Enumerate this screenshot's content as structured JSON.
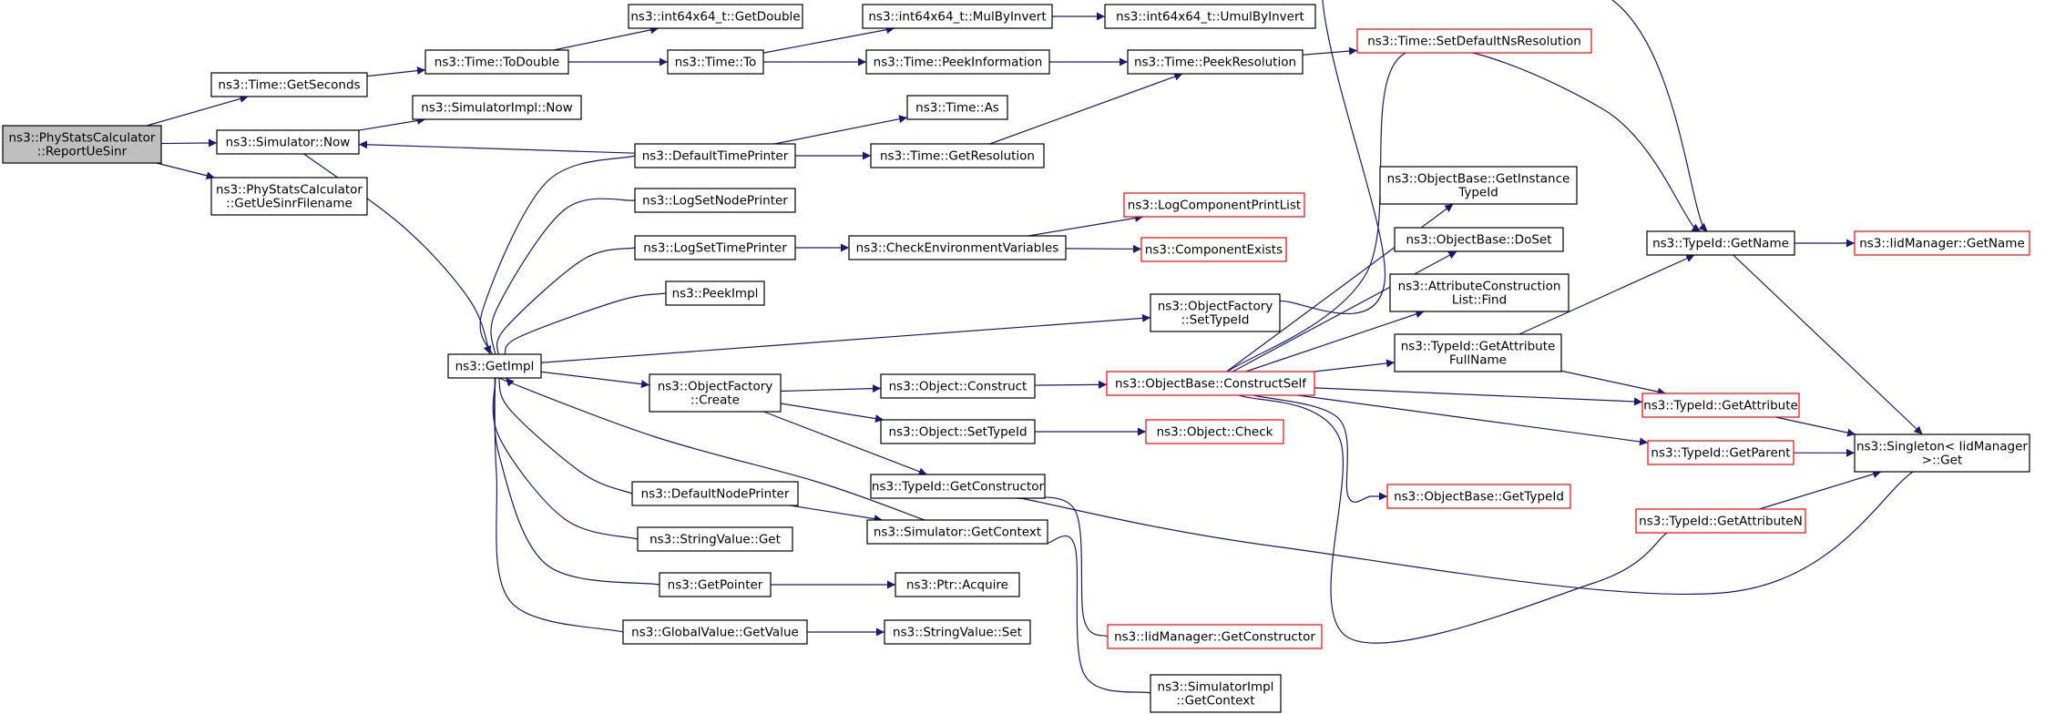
{
  "colors": {
    "edge": "#191970",
    "box_border_normal": "#000000",
    "box_border_truncated": "#ff0000",
    "root_fill": "#bfbfbf",
    "node_fill": "#ffffff"
  },
  "nodes": [
    {
      "id": "root",
      "lines": [
        "ns3::PhyStatsCalculator",
        "::ReportUeSinr"
      ],
      "style": "root"
    },
    {
      "id": "getSeconds",
      "lines": [
        "ns3::Time::GetSeconds"
      ],
      "style": "normal"
    },
    {
      "id": "simNow",
      "lines": [
        "ns3::Simulator::Now"
      ],
      "style": "normal"
    },
    {
      "id": "getUeSinrFilename",
      "lines": [
        "ns3::PhyStatsCalculator",
        "::GetUeSinrFilename"
      ],
      "style": "normal"
    },
    {
      "id": "toDouble",
      "lines": [
        "ns3::Time::ToDouble"
      ],
      "style": "normal"
    },
    {
      "id": "simImplNow",
      "lines": [
        "ns3::SimulatorImpl::Now"
      ],
      "style": "normal"
    },
    {
      "id": "getImpl",
      "lines": [
        "ns3::GetImpl"
      ],
      "style": "normal"
    },
    {
      "id": "i64GetDouble",
      "lines": [
        "ns3::int64x64_t::GetDouble"
      ],
      "style": "normal"
    },
    {
      "id": "timeTo",
      "lines": [
        "ns3::Time::To"
      ],
      "style": "normal"
    },
    {
      "id": "defaultTimePrinter",
      "lines": [
        "ns3::DefaultTimePrinter"
      ],
      "style": "normal"
    },
    {
      "id": "logSetNodePrinter",
      "lines": [
        "ns3::LogSetNodePrinter"
      ],
      "style": "normal"
    },
    {
      "id": "logSetTimePrinter",
      "lines": [
        "ns3::LogSetTimePrinter"
      ],
      "style": "normal"
    },
    {
      "id": "peekImpl",
      "lines": [
        "ns3::PeekImpl"
      ],
      "style": "normal"
    },
    {
      "id": "objFactoryCreate",
      "lines": [
        "ns3::ObjectFactory",
        "::Create"
      ],
      "style": "normal"
    },
    {
      "id": "defaultNodePrinter",
      "lines": [
        "ns3::DefaultNodePrinter"
      ],
      "style": "normal"
    },
    {
      "id": "stringValueGet",
      "lines": [
        "ns3::StringValue::Get"
      ],
      "style": "normal"
    },
    {
      "id": "getPointer",
      "lines": [
        "ns3::GetPointer"
      ],
      "style": "normal"
    },
    {
      "id": "globalValueGetValue",
      "lines": [
        "ns3::GlobalValue::GetValue"
      ],
      "style": "normal"
    },
    {
      "id": "mulByInvert",
      "lines": [
        "ns3::int64x64_t::MulByInvert"
      ],
      "style": "normal"
    },
    {
      "id": "peekInformation",
      "lines": [
        "ns3::Time::PeekInformation"
      ],
      "style": "normal"
    },
    {
      "id": "timeAs",
      "lines": [
        "ns3::Time::As"
      ],
      "style": "normal"
    },
    {
      "id": "getResolution",
      "lines": [
        "ns3::Time::GetResolution"
      ],
      "style": "normal"
    },
    {
      "id": "checkEnvVars",
      "lines": [
        "ns3::CheckEnvironmentVariables"
      ],
      "style": "normal"
    },
    {
      "id": "objectConstruct",
      "lines": [
        "ns3::Object::Construct"
      ],
      "style": "normal"
    },
    {
      "id": "objectSetTypeId",
      "lines": [
        "ns3::Object::SetTypeId"
      ],
      "style": "normal"
    },
    {
      "id": "typeIdGetConstructor",
      "lines": [
        "ns3::TypeId::GetConstructor"
      ],
      "style": "normal"
    },
    {
      "id": "simGetContext",
      "lines": [
        "ns3::Simulator::GetContext"
      ],
      "style": "normal"
    },
    {
      "id": "ptrAcquire",
      "lines": [
        "ns3::Ptr::Acquire"
      ],
      "style": "normal"
    },
    {
      "id": "stringValueSet",
      "lines": [
        "ns3::StringValue::Set"
      ],
      "style": "normal"
    },
    {
      "id": "umulByInvert",
      "lines": [
        "ns3::int64x64_t::UmulByInvert"
      ],
      "style": "normal"
    },
    {
      "id": "peekResolution",
      "lines": [
        "ns3::Time::PeekResolution"
      ],
      "style": "normal"
    },
    {
      "id": "logComponentPrintList",
      "lines": [
        "ns3::LogComponentPrintList"
      ],
      "style": "truncated"
    },
    {
      "id": "componentExists",
      "lines": [
        "ns3::ComponentExists"
      ],
      "style": "truncated"
    },
    {
      "id": "objFactorySetTypeId",
      "lines": [
        "ns3::ObjectFactory",
        "::SetTypeId"
      ],
      "style": "normal"
    },
    {
      "id": "objBaseConstructSelf",
      "lines": [
        "ns3::ObjectBase::ConstructSelf"
      ],
      "style": "truncated"
    },
    {
      "id": "objectCheck",
      "lines": [
        "ns3::Object::Check"
      ],
      "style": "truncated"
    },
    {
      "id": "iidMgrGetConstructor",
      "lines": [
        "ns3::IidManager::GetConstructor"
      ],
      "style": "truncated"
    },
    {
      "id": "simImplGetContext",
      "lines": [
        "ns3::SimulatorImpl",
        "::GetContext"
      ],
      "style": "normal"
    },
    {
      "id": "setDefaultNsResolution",
      "lines": [
        "ns3::Time::SetDefaultNsResolution"
      ],
      "style": "truncated"
    },
    {
      "id": "getInstanceTypeId",
      "lines": [
        "ns3::ObjectBase::GetInstance",
        "TypeId"
      ],
      "style": "normal"
    },
    {
      "id": "objBaseDoSet",
      "lines": [
        "ns3::ObjectBase::DoSet"
      ],
      "style": "normal"
    },
    {
      "id": "attrConstructionFind",
      "lines": [
        "ns3::AttributeConstruction",
        "List::Find"
      ],
      "style": "normal"
    },
    {
      "id": "getAttrFullName",
      "lines": [
        "ns3::TypeId::GetAttribute",
        "FullName"
      ],
      "style": "normal"
    },
    {
      "id": "objBaseGetTypeId",
      "lines": [
        "ns3::ObjectBase::GetTypeId"
      ],
      "style": "truncated"
    },
    {
      "id": "typeIdGetName",
      "lines": [
        "ns3::TypeId::GetName"
      ],
      "style": "normal"
    },
    {
      "id": "typeIdGetAttribute",
      "lines": [
        "ns3::TypeId::GetAttribute"
      ],
      "style": "truncated"
    },
    {
      "id": "typeIdGetParent",
      "lines": [
        "ns3::TypeId::GetParent"
      ],
      "style": "truncated"
    },
    {
      "id": "typeIdGetAttributeN",
      "lines": [
        "ns3::TypeId::GetAttributeN"
      ],
      "style": "truncated"
    },
    {
      "id": "iidMgrGetName",
      "lines": [
        "ns3::IidManager::GetName"
      ],
      "style": "truncated"
    },
    {
      "id": "singletonGet",
      "lines": [
        "ns3::Singleton< IidManager",
        " >::Get"
      ],
      "style": "normal"
    }
  ],
  "edges": [
    [
      "root",
      "getSeconds"
    ],
    [
      "root",
      "simNow"
    ],
    [
      "root",
      "getUeSinrFilename"
    ],
    [
      "getSeconds",
      "toDouble"
    ],
    [
      "toDouble",
      "i64GetDouble"
    ],
    [
      "toDouble",
      "timeTo"
    ],
    [
      "timeTo",
      "mulByInvert"
    ],
    [
      "timeTo",
      "peekInformation"
    ],
    [
      "mulByInvert",
      "umulByInvert"
    ],
    [
      "peekInformation",
      "peekResolution"
    ],
    [
      "peekResolution",
      "setDefaultNsResolution"
    ],
    [
      "simNow",
      "simImplNow"
    ],
    [
      "simNow",
      "getImpl"
    ],
    [
      "defaultTimePrinter",
      "simNow"
    ],
    [
      "defaultTimePrinter",
      "timeAs"
    ],
    [
      "defaultTimePrinter",
      "getResolution"
    ],
    [
      "getResolution",
      "peekResolution"
    ],
    [
      "getImpl",
      "defaultTimePrinter"
    ],
    [
      "getImpl",
      "logSetNodePrinter"
    ],
    [
      "getImpl",
      "logSetTimePrinter"
    ],
    [
      "getImpl",
      "peekImpl"
    ],
    [
      "getImpl",
      "objFactorySetTypeId"
    ],
    [
      "getImpl",
      "objFactoryCreate"
    ],
    [
      "getImpl",
      "defaultNodePrinter"
    ],
    [
      "getImpl",
      "stringValueGet"
    ],
    [
      "getImpl",
      "getPointer"
    ],
    [
      "getImpl",
      "globalValueGetValue"
    ],
    [
      "simGetContext",
      "getImpl"
    ],
    [
      "logSetTimePrinter",
      "checkEnvVars"
    ],
    [
      "checkEnvVars",
      "logComponentPrintList"
    ],
    [
      "checkEnvVars",
      "componentExists"
    ],
    [
      "objFactoryCreate",
      "objectConstruct"
    ],
    [
      "objFactoryCreate",
      "objectSetTypeId"
    ],
    [
      "objFactoryCreate",
      "typeIdGetConstructor"
    ],
    [
      "objectConstruct",
      "objBaseConstructSelf"
    ],
    [
      "objectSetTypeId",
      "objectCheck"
    ],
    [
      "typeIdGetConstructor",
      "iidMgrGetConstructor"
    ],
    [
      "typeIdGetConstructor",
      "singletonGet"
    ],
    [
      "defaultNodePrinter",
      "simGetContext"
    ],
    [
      "simGetContext",
      "simImplGetContext"
    ],
    [
      "getPointer",
      "ptrAcquire"
    ],
    [
      "globalValueGetValue",
      "stringValueSet"
    ],
    [
      "objFactorySetTypeId",
      "typeIdGetName"
    ],
    [
      "objBaseConstructSelf",
      "getInstanceTypeId"
    ],
    [
      "objBaseConstructSelf",
      "objBaseDoSet"
    ],
    [
      "objBaseConstructSelf",
      "attrConstructionFind"
    ],
    [
      "objBaseConstructSelf",
      "getAttrFullName"
    ],
    [
      "objBaseConstructSelf",
      "typeIdGetName"
    ],
    [
      "objBaseConstructSelf",
      "typeIdGetAttribute"
    ],
    [
      "objBaseConstructSelf",
      "typeIdGetParent"
    ],
    [
      "objBaseConstructSelf",
      "objBaseGetTypeId"
    ],
    [
      "objBaseConstructSelf",
      "typeIdGetAttributeN"
    ],
    [
      "getAttrFullName",
      "typeIdGetName"
    ],
    [
      "getAttrFullName",
      "typeIdGetAttribute"
    ],
    [
      "typeIdGetName",
      "iidMgrGetName"
    ],
    [
      "typeIdGetName",
      "singletonGet"
    ],
    [
      "typeIdGetAttribute",
      "singletonGet"
    ],
    [
      "typeIdGetParent",
      "singletonGet"
    ],
    [
      "typeIdGetAttributeN",
      "singletonGet"
    ]
  ]
}
